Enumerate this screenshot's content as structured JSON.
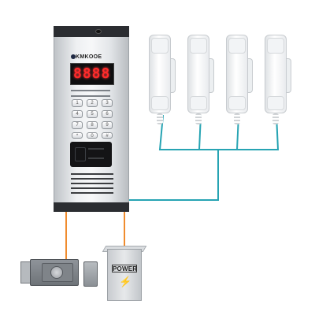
{
  "panel": {
    "brand": "KMKOOE",
    "display_digits": "8888",
    "keypad": [
      "1",
      "2",
      "3",
      "4",
      "5",
      "6",
      "7",
      "8",
      "9",
      "*",
      "0",
      "#"
    ]
  },
  "power_supply": {
    "label": "POWER",
    "icon": "lightning-bolt-icon"
  },
  "handsets": [
    "handset-1",
    "handset-2",
    "handset-3",
    "handset-4"
  ],
  "colors": {
    "bus_wire": "#27a4b3",
    "lock_wire": "#f08c2e"
  }
}
